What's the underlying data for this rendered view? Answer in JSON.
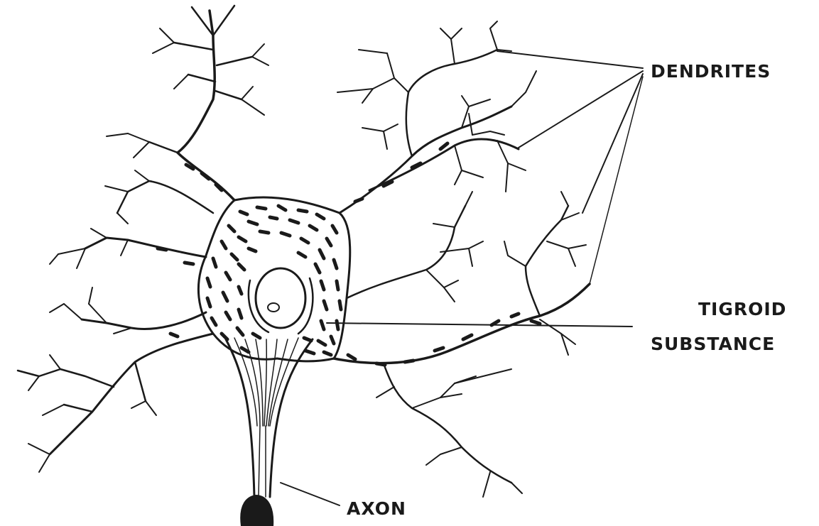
{
  "labels": {
    "dendrites": "DENDRITES",
    "tigroid_line1": "TIGROID",
    "tigroid_line2": "SUBSTANCE",
    "axon": "AXON"
  },
  "colors": {
    "ink": "#1a1a1a",
    "paper": "#ffffff"
  }
}
